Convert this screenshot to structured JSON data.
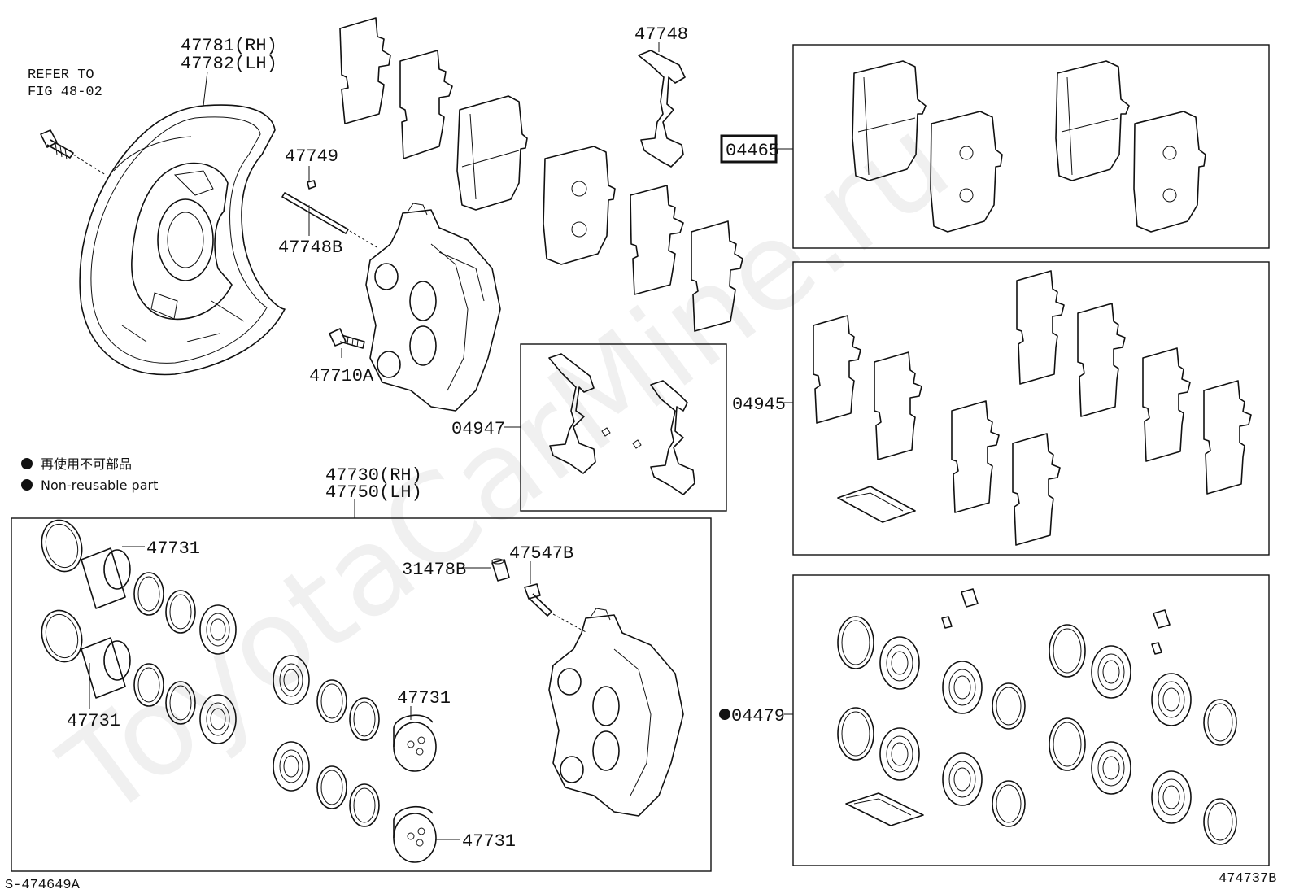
{
  "labels": {
    "refer_to": "REFER TO",
    "fig": "FIG 48-02",
    "p47781": "47781(RH)",
    "p47782": "47782(LH)",
    "p47749": "47749",
    "p47748b": "47748B",
    "p47710a": "47710A",
    "p47748": "47748",
    "p04465": "04465",
    "p04945": "04945",
    "p04947": "04947",
    "p47730": "47730(RH)",
    "p47750": "47750(LH)",
    "p47731_a": "47731",
    "p47731_b": "47731",
    "p47731_c": "47731",
    "p47731_d": "47731",
    "p31478b": "31478B",
    "p47547b": "47547B",
    "p04479": "04479"
  },
  "legend": {
    "non_reusable_jp": "再使用不可部品",
    "non_reusable_en": "Non-reusable part"
  },
  "footer": {
    "left_code": "S-474649A",
    "right_code": "474737B"
  },
  "watermark": "ToyotaCarMine.ru",
  "colors": {
    "line": "#111111",
    "background": "#ffffff"
  }
}
